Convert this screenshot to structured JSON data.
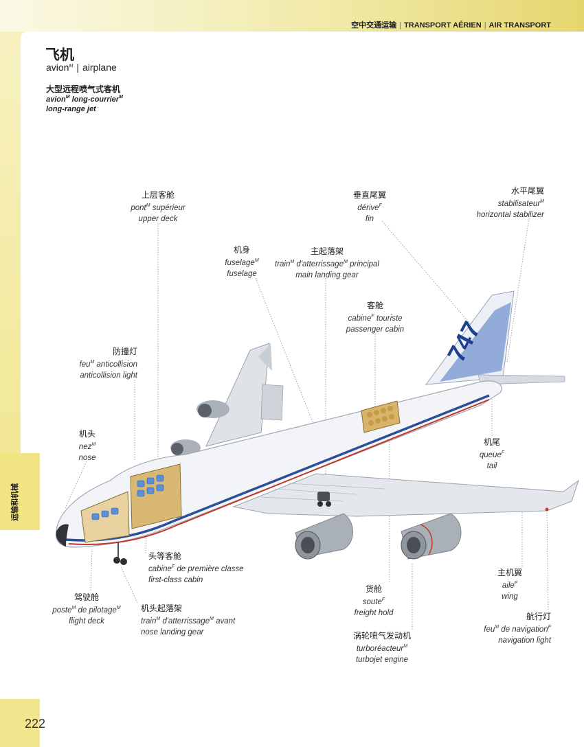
{
  "header": {
    "zh": "空中交通运输",
    "fr": "TRANSPORT AÉRIEN",
    "en": "AIR TRANSPORT"
  },
  "sidebar": {
    "section_label": "运输和机械"
  },
  "page_number": "222",
  "title": {
    "zh": "飞机",
    "fr": "avion",
    "fr_gender": "M",
    "en": "airplane"
  },
  "section": {
    "zh": "大型远程喷气式客机",
    "fr": "avion",
    "fr_gender": "M",
    "fr_rest": " long-courrier",
    "fr_rest_gender": "M",
    "en": "long-range jet"
  },
  "aircraft": {
    "tail_number": "747",
    "colors": {
      "fuselage": "#f2f4f7",
      "stripe_blue": "#2a4f9a",
      "stripe_red": "#c0392b",
      "tail_blue": "#3a66b5",
      "engine": "#8f969d",
      "cabin": "#c7a15a"
    }
  },
  "labels": {
    "upper_deck": {
      "zh": "上层客舱",
      "fr": "pont",
      "fr_g": "M",
      "fr_rest": " supérieur",
      "en": "upper deck"
    },
    "fin": {
      "zh": "垂直尾翼",
      "fr": "dérive",
      "fr_g": "F",
      "en": "fin"
    },
    "stabilizer": {
      "zh": "水平尾翼",
      "fr": "stabilisateur",
      "fr_g": "M",
      "en": "horizontal stabilizer"
    },
    "fuselage": {
      "zh": "机身",
      "fr": "fuselage",
      "fr_g": "M",
      "en": "fuselage"
    },
    "main_gear": {
      "zh": "主起落架",
      "fr": "train",
      "fr_g": "M",
      "fr_rest": " d'atterrissage",
      "fr_g2": "M",
      "fr_rest2": " principal",
      "en": "main landing gear"
    },
    "passenger_cabin": {
      "zh": "客舱",
      "fr": "cabine",
      "fr_g": "F",
      "fr_rest": " touriste",
      "en": "passenger cabin"
    },
    "anticollision": {
      "zh": "防撞灯",
      "fr": "feu",
      "fr_g": "M",
      "fr_rest": " anticollision",
      "en": "anticollision light"
    },
    "nose": {
      "zh": "机头",
      "fr": "nez",
      "fr_g": "M",
      "en": "nose"
    },
    "tail": {
      "zh": "机尾",
      "fr": "queue",
      "fr_g": "F",
      "en": "tail"
    },
    "first_class": {
      "zh": "头等客舱",
      "fr": "cabine",
      "fr_g": "F",
      "fr_rest": " de première classe",
      "en": "first-class cabin"
    },
    "main_wing": {
      "zh": "主机翼",
      "fr": "aile",
      "fr_g": "F",
      "en": "wing"
    },
    "freight_hold": {
      "zh": "货舱",
      "fr": "soute",
      "fr_g": "F",
      "en": "freight hold"
    },
    "flight_deck": {
      "zh": "驾驶舱",
      "fr": "poste",
      "fr_g": "M",
      "fr_rest": " de pilotage",
      "fr_g2": "M",
      "en": "flight deck"
    },
    "nose_gear": {
      "zh": "机头起落架",
      "fr": "train",
      "fr_g": "M",
      "fr_rest": " d'atterrissage",
      "fr_g2": "M",
      "fr_rest2": " avant",
      "en": "nose landing gear"
    },
    "nav_light": {
      "zh": "航行灯",
      "fr": "feu",
      "fr_g": "M",
      "fr_rest": " de navigation",
      "fr_g2": "F",
      "en": "navigation light"
    },
    "turbojet": {
      "zh": "涡轮喷气发动机",
      "fr": "turboréacteur",
      "fr_g": "M",
      "en": "turbojet engine"
    }
  }
}
